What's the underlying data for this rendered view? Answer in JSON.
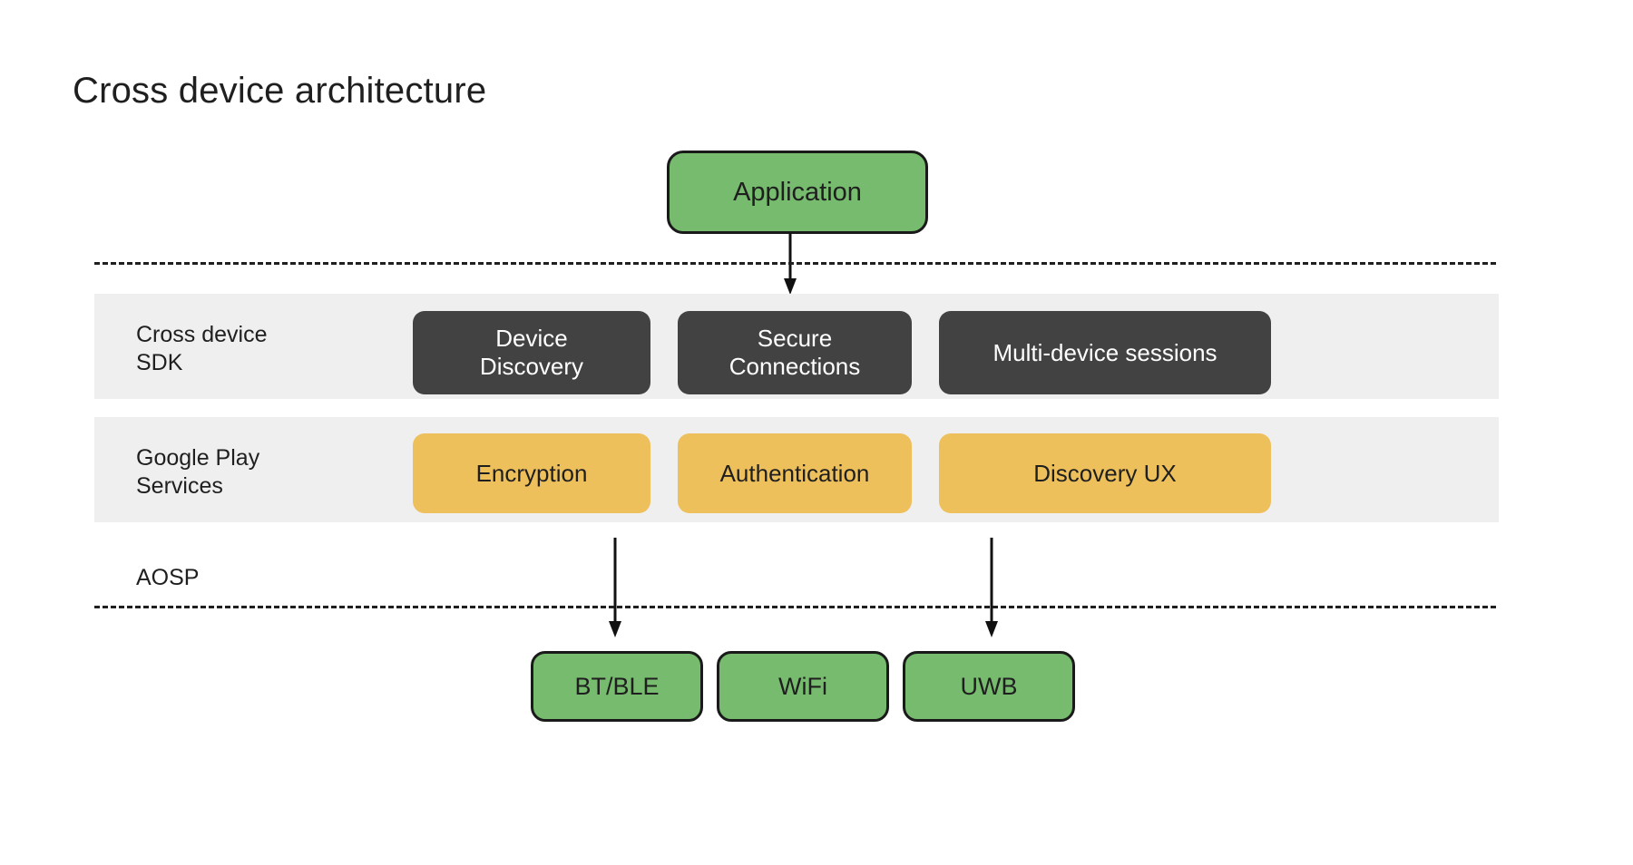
{
  "page": {
    "title": "Cross device architecture",
    "background": "#ffffff"
  },
  "colors": {
    "green": "#76bb6e",
    "dark": "#424242",
    "amber": "#eec05c",
    "band": "#efefef",
    "outline": "#1a1a1a",
    "text": "#1f1f1f"
  },
  "top_node": {
    "label": "Application"
  },
  "layers": [
    {
      "name": "cross-device-sdk",
      "label": "Cross device\nSDK",
      "style": "dark",
      "nodes": [
        {
          "label": "Device\nDiscovery"
        },
        {
          "label": "Secure\nConnections"
        },
        {
          "label": "Multi-device sessions"
        }
      ]
    },
    {
      "name": "google-play-services",
      "label": "Google Play\nServices",
      "style": "amber",
      "nodes": [
        {
          "label": "Encryption"
        },
        {
          "label": "Authentication"
        },
        {
          "label": "Discovery UX"
        }
      ]
    },
    {
      "name": "aosp",
      "label": "AOSP",
      "style": "plain",
      "nodes": []
    }
  ],
  "transports": [
    {
      "label": "BT/BLE"
    },
    {
      "label": "WiFi"
    },
    {
      "label": "UWB"
    }
  ],
  "arrows": [
    {
      "name": "application-to-sdk",
      "from": "Application",
      "to": "Cross device SDK"
    },
    {
      "name": "aosp-to-bt-ble",
      "from": "AOSP",
      "to": "BT/BLE"
    },
    {
      "name": "aosp-to-uwb",
      "from": "AOSP",
      "to": "UWB"
    }
  ],
  "separators": [
    {
      "name": "app-sdk-boundary",
      "style": "dashed"
    },
    {
      "name": "aosp-transport-boundary",
      "style": "dashed"
    }
  ]
}
